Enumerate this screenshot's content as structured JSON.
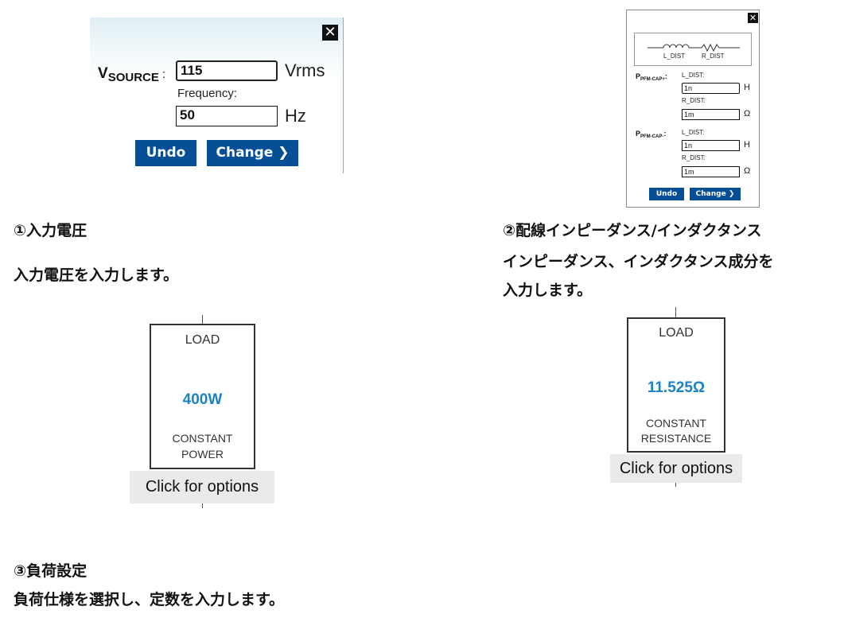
{
  "source_panel": {
    "v_label_main": "V",
    "v_label_sub": "SOURCE",
    "v_label_colon": ":",
    "voltage_value": "115",
    "voltage_unit": "Vrms",
    "frequency_label": "Frequency:",
    "frequency_value": "50",
    "frequency_unit": "Hz",
    "undo_label": "Undo",
    "change_label": "Change ❯",
    "close_glyph": "✕"
  },
  "impedance_panel": {
    "close_glyph": "✕",
    "schematic_l_label": "L_DIST",
    "schematic_r_label": "R_DIST",
    "groups": [
      {
        "label_main": "P",
        "label_sub": "PFM-CAP+",
        "label_colon": ":",
        "l_label": "L_DIST:",
        "l_value": "1n",
        "l_unit": "H",
        "r_label": "R_DIST:",
        "r_value": "1m",
        "r_unit": "Ω"
      },
      {
        "label_main": "P",
        "label_sub": "PFM-CAP-",
        "label_colon": ":",
        "l_label": "L_DIST:",
        "l_value": "1n",
        "l_unit": "H",
        "r_label": "R_DIST:",
        "r_value": "1m",
        "r_unit": "Ω"
      }
    ],
    "undo_label": "Undo",
    "change_label": "Change ❯"
  },
  "captions": {
    "c1_title": "①入力電圧",
    "c1_desc": "入力電圧を入力します。",
    "c2_title": "②配線インピーダンス/インダクタンス",
    "c2_desc_line1": "インピーダンス、インダクタンス成分を",
    "c2_desc_line2": "入力します。",
    "c3_title": "③負荷設定",
    "c3_desc": "負荷仕様を選択し、定数を入力します。"
  },
  "load_power": {
    "title": "LOAD",
    "value": "400W",
    "mode_line1": "CONSTANT",
    "mode_line2": "POWER",
    "options_label": "Click for options"
  },
  "load_resistance": {
    "title": "LOAD",
    "value": "11.525Ω",
    "mode_line1": "CONSTANT",
    "mode_line2": "RESISTANCE",
    "options_label": "Click for options"
  },
  "colors": {
    "button_blue": "#064f96",
    "value_blue": "#1b82c5"
  }
}
